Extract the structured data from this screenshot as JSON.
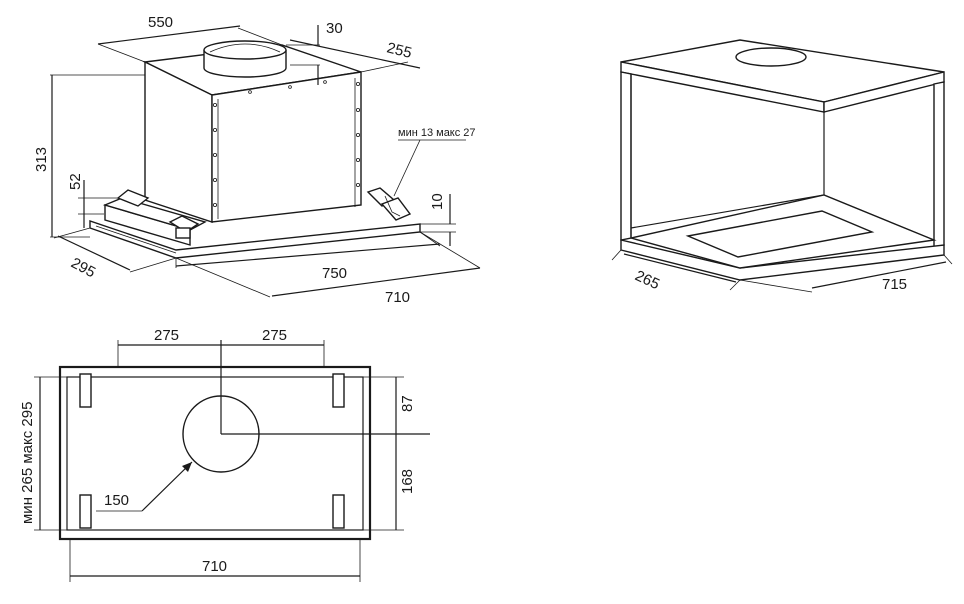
{
  "left_view": {
    "width": "550",
    "flange_height": "30",
    "depth": "255",
    "height": "313",
    "side_height": "52",
    "adjust_range": "мин 13 макс 27",
    "lip": "10",
    "bottom_depth": "295",
    "length_750": "750",
    "length_710": "710"
  },
  "right_view": {
    "depth": "265",
    "length": "715"
  },
  "bottom_view": {
    "left_offset": "275",
    "right_offset": "275",
    "top_offset": "87",
    "bottom_offset": "168",
    "duct_diameter": "150",
    "cutout_depth": "мин 265  макс 295",
    "width": "710"
  }
}
